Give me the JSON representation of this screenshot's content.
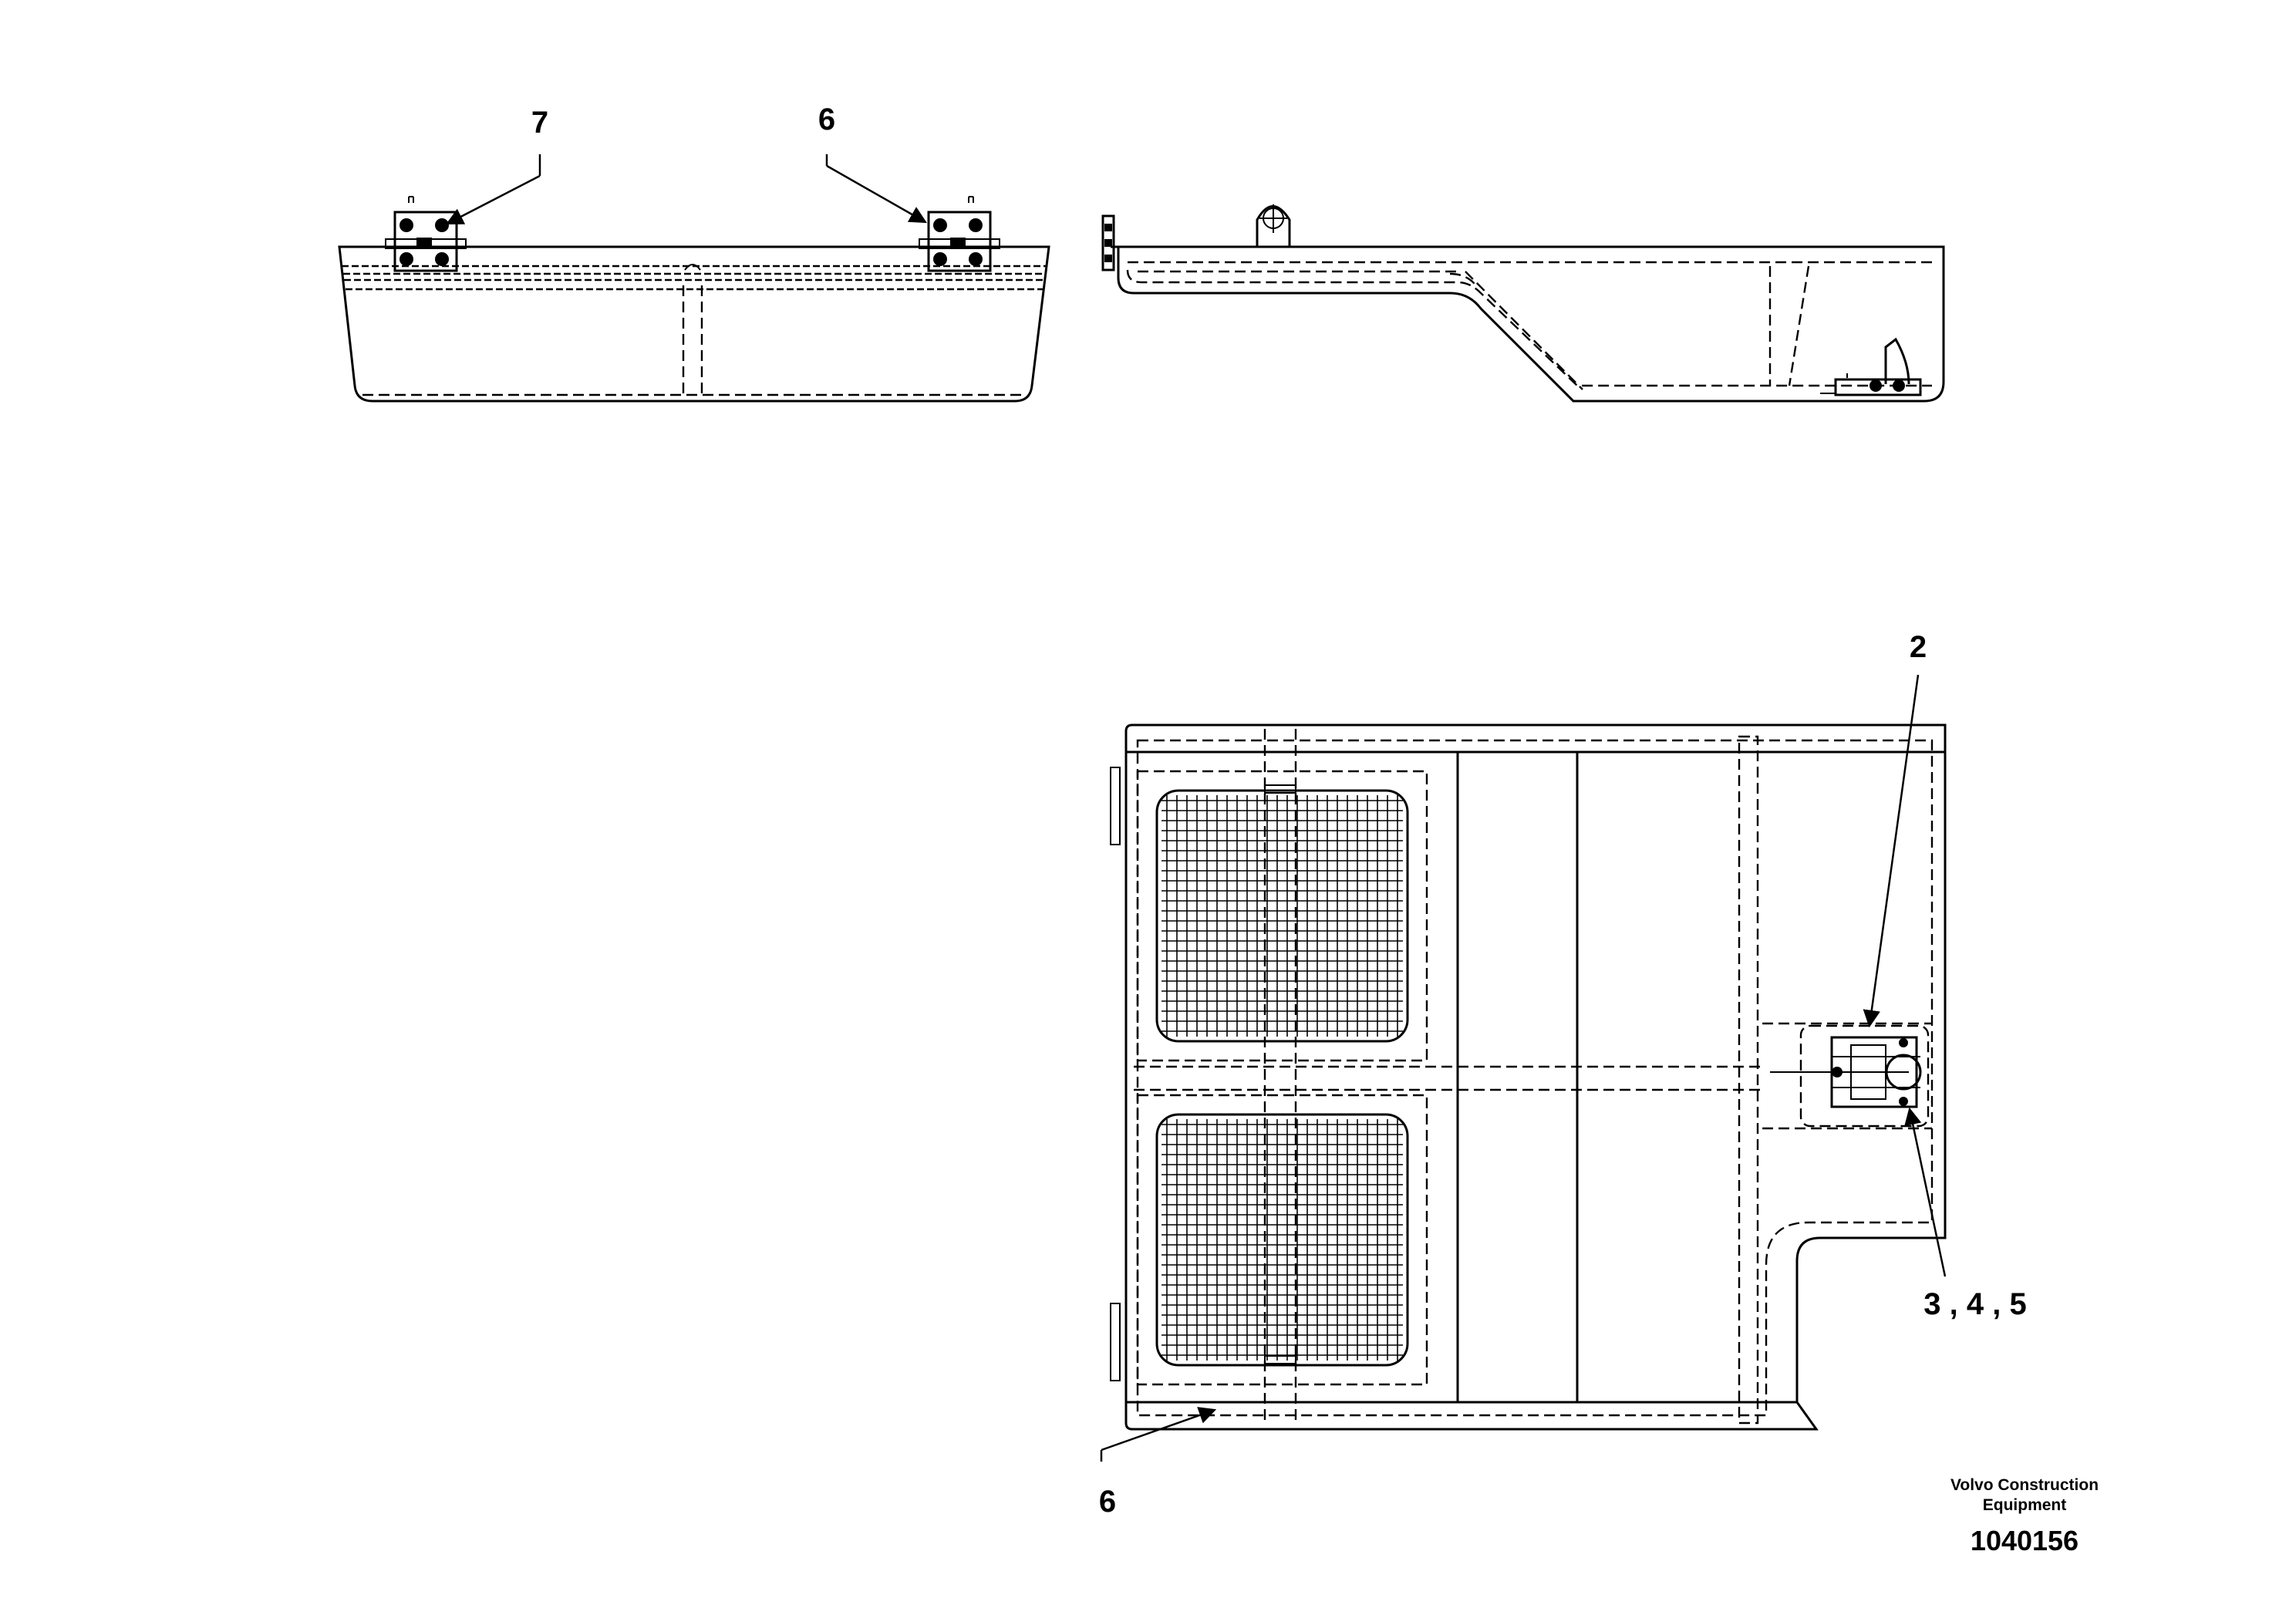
{
  "callouts": {
    "front_hinge_left": "7",
    "front_hinge_right": "6",
    "top_latch": "2",
    "top_latch_hardware": "3 , 4 , 5",
    "top_bottom_edge": "6"
  },
  "title_block": {
    "brand_line1": "Volvo Construction",
    "brand_line2": "Equipment",
    "document_number": "1040156"
  }
}
